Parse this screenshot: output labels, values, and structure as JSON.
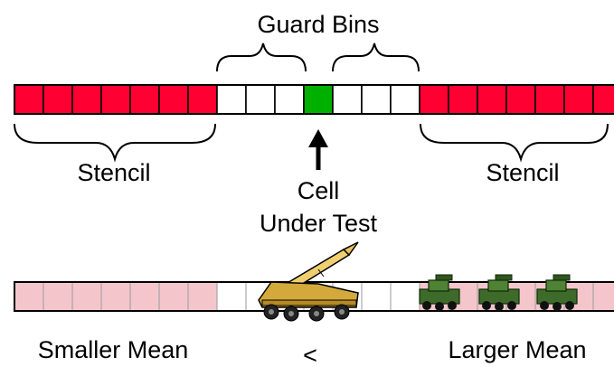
{
  "labels": {
    "guard_bins": "Guard Bins",
    "stencil_left": "Stencil",
    "stencil_right": "Stencil",
    "cell_line1": "Cell",
    "cell_line2": "Under Test",
    "smaller_mean": "Smaller Mean",
    "comparison": "<",
    "larger_mean": "Larger Mean"
  },
  "top_row": {
    "cells": [
      "stencil",
      "stencil",
      "stencil",
      "stencil",
      "stencil",
      "stencil",
      "stencil",
      "guard",
      "guard",
      "guard",
      "cut",
      "guard",
      "guard",
      "guard",
      "stencil",
      "stencil",
      "stencil",
      "stencil",
      "stencil",
      "stencil",
      "stencil"
    ]
  },
  "bottom_row": {
    "cells": [
      "stencil",
      "stencil",
      "stencil",
      "stencil",
      "stencil",
      "stencil",
      "stencil",
      "guard",
      "guard",
      "guard",
      "cut",
      "guard",
      "guard",
      "guard",
      "stencil",
      "stencil",
      "stencil",
      "stencil",
      "stencil",
      "stencil",
      "stencil"
    ],
    "cut_icon": "missile-launcher-icon",
    "right_stencil_icon": "armored-vehicle-icon"
  },
  "colors": {
    "stencil": "#ff0033",
    "guard": "#ffffff",
    "cut": "#00b000",
    "outline": "#000000",
    "stencil_textured": "#f4c6cc"
  }
}
